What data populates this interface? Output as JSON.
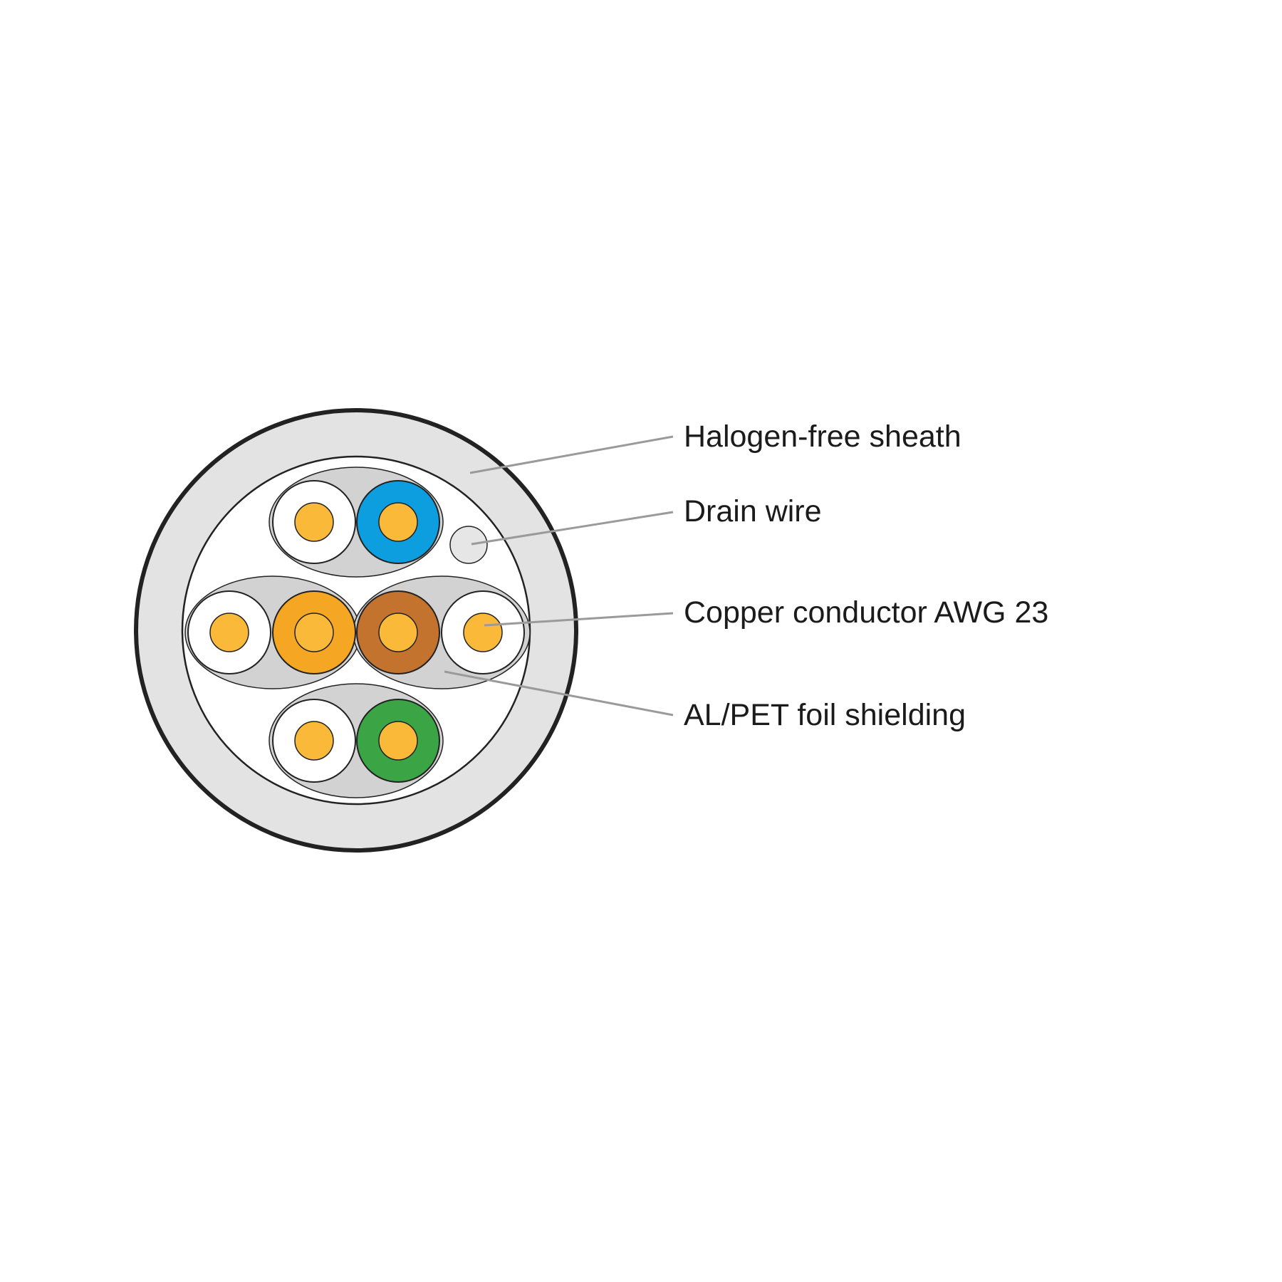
{
  "labels": {
    "sheath": "Halogen-free sheath",
    "drain_wire": "Drain wire",
    "conductor": "Copper conductor AWG 23",
    "shielding": "AL/PET foil shielding"
  },
  "colors": {
    "sheath": "#e3e3e3",
    "outline": "#222222",
    "pair_foil": "#d2d2d2",
    "copper": "#fbb93a",
    "white_insulation": "#ffffff",
    "blue": "#0d9ee0",
    "orange": "#f5a623",
    "brown": "#c4732f",
    "green": "#3ba444",
    "drain_wire": "#e6e6e6",
    "leader_line": "#9a9a9a"
  },
  "pairs": [
    {
      "name": "blue-pair",
      "colors": [
        "white",
        "blue"
      ]
    },
    {
      "name": "orange-pair",
      "colors": [
        "white",
        "orange"
      ]
    },
    {
      "name": "brown-pair",
      "colors": [
        "brown",
        "white"
      ]
    },
    {
      "name": "green-pair",
      "colors": [
        "white",
        "green"
      ]
    }
  ]
}
